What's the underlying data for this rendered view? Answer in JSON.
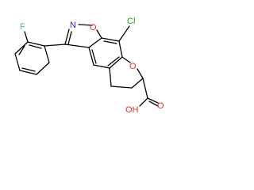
{
  "molecule": {
    "atoms": {
      "chlorine": "Cl",
      "fluorine": "F",
      "nitrogen": "N",
      "ring_oxygen_isoxazole": "O",
      "ring_oxygen_furan": "O",
      "hydroxyl": "OH",
      "carbonyl_oxygen": "O"
    }
  },
  "colors": {
    "bond": "#000000",
    "chlorine": "#1fa01f",
    "fluorine": "#5fa8c8",
    "nitrogen": "#2323e0",
    "oxygen": "#e03030"
  }
}
